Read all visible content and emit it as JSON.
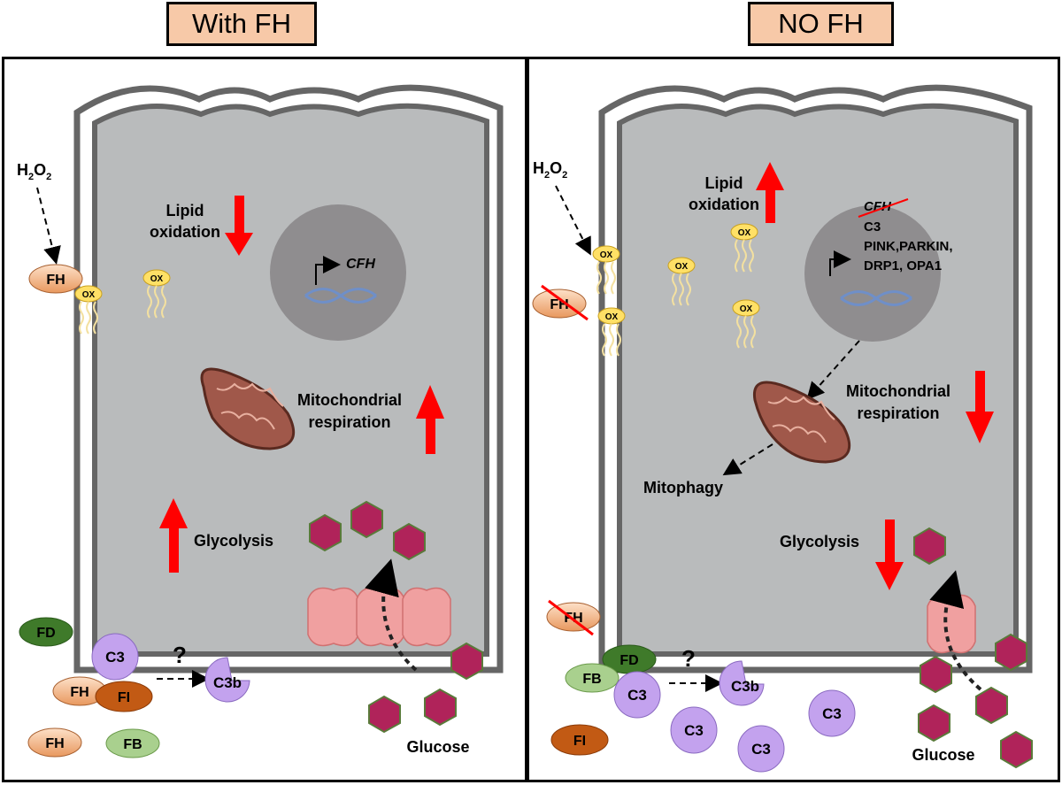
{
  "panels": {
    "left": {
      "title": "With FH",
      "h2o2": {
        "main": "H",
        "sub1": "2",
        "mid": "O",
        "sub2": "2"
      },
      "fh_label": "FH",
      "ox_label": "OX",
      "gene": "CFH",
      "lipid_oxidation": [
        "Lipid",
        "oxidation"
      ],
      "mito_respiration": [
        "Mitochondrial",
        "respiration"
      ],
      "glycolysis": "Glycolysis",
      "glucose": "Glucose",
      "question": "?",
      "factors": {
        "fd": "FD",
        "c3": "C3",
        "fh1": "FH",
        "fi": "FI",
        "fh2": "FH",
        "fb": "FB",
        "c3b": "C3b"
      }
    },
    "right": {
      "title": "NO FH",
      "h2o2": {
        "main": "H",
        "sub1": "2",
        "mid": "O",
        "sub2": "2"
      },
      "fh_label": "FH",
      "ox_label": "OX",
      "genes": [
        "CFH",
        "C3",
        "PINK,PARKIN,",
        "DRP1, OPA1"
      ],
      "lipid_oxidation": [
        "Lipid",
        "oxidation"
      ],
      "mito_respiration": [
        "Mitochondrial",
        "respiration"
      ],
      "mitophagy": "Mitophagy",
      "glycolysis": "Glycolysis",
      "glucose": "Glucose",
      "question": "?",
      "factors": {
        "fh": "FH",
        "fd": "FD",
        "fb": "FB",
        "c3a": "C3",
        "c3b": "C3b",
        "c3c": "C3",
        "c3d": "C3",
        "c3e": "C3",
        "fi": "FI"
      }
    }
  },
  "colors": {
    "header_fill": "#f7c9a8",
    "cell_fill": "#b9bbbc",
    "nucleus_fill": "#8f8d8f",
    "arrow_red": "#ff0000",
    "glucose_fill": "#b0235a",
    "fh_fill": "#f2b47e",
    "fd_fill": "#3f7a2a",
    "fb_fill": "#a9d08e",
    "fi_fill": "#c25a14",
    "c3_fill": "#c3a2ee",
    "lipid_head": "#ffe066",
    "mito_fill": "#a0584a",
    "channel_fill": "#f0a0a0"
  }
}
